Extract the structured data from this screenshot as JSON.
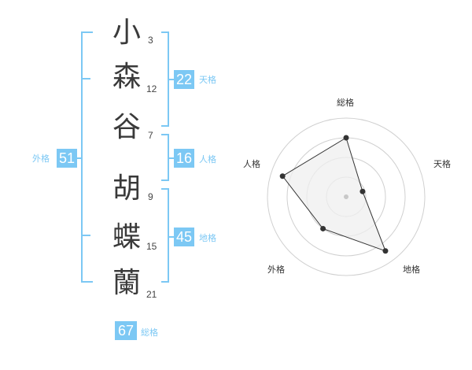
{
  "name": {
    "chars": [
      "小",
      "森",
      "谷",
      "胡",
      "蝶",
      "蘭"
    ],
    "strokes": [
      "3",
      "12",
      "7",
      "9",
      "15",
      "21"
    ]
  },
  "scores": {
    "tenkaku": {
      "label": "天格",
      "value": "22"
    },
    "jinkaku": {
      "label": "人格",
      "value": "16"
    },
    "chikaku": {
      "label": "地格",
      "value": "45"
    },
    "gaikaku": {
      "label": "外格",
      "value": "51"
    },
    "soukaku": {
      "label": "総格",
      "value": "67"
    }
  },
  "colors": {
    "accent": "#7cc8f4",
    "text": "#3a3a3a",
    "radar_fill": "#efefef",
    "radar_ring": "#d0d0d0",
    "radar_line": "#333333"
  },
  "chart_data": {
    "type": "radar",
    "axes": [
      "総格",
      "天格",
      "地格",
      "外格",
      "人格"
    ],
    "values": [
      0.75,
      0.22,
      0.85,
      0.5,
      0.85
    ],
    "rings": 4,
    "range": [
      0,
      1
    ]
  }
}
